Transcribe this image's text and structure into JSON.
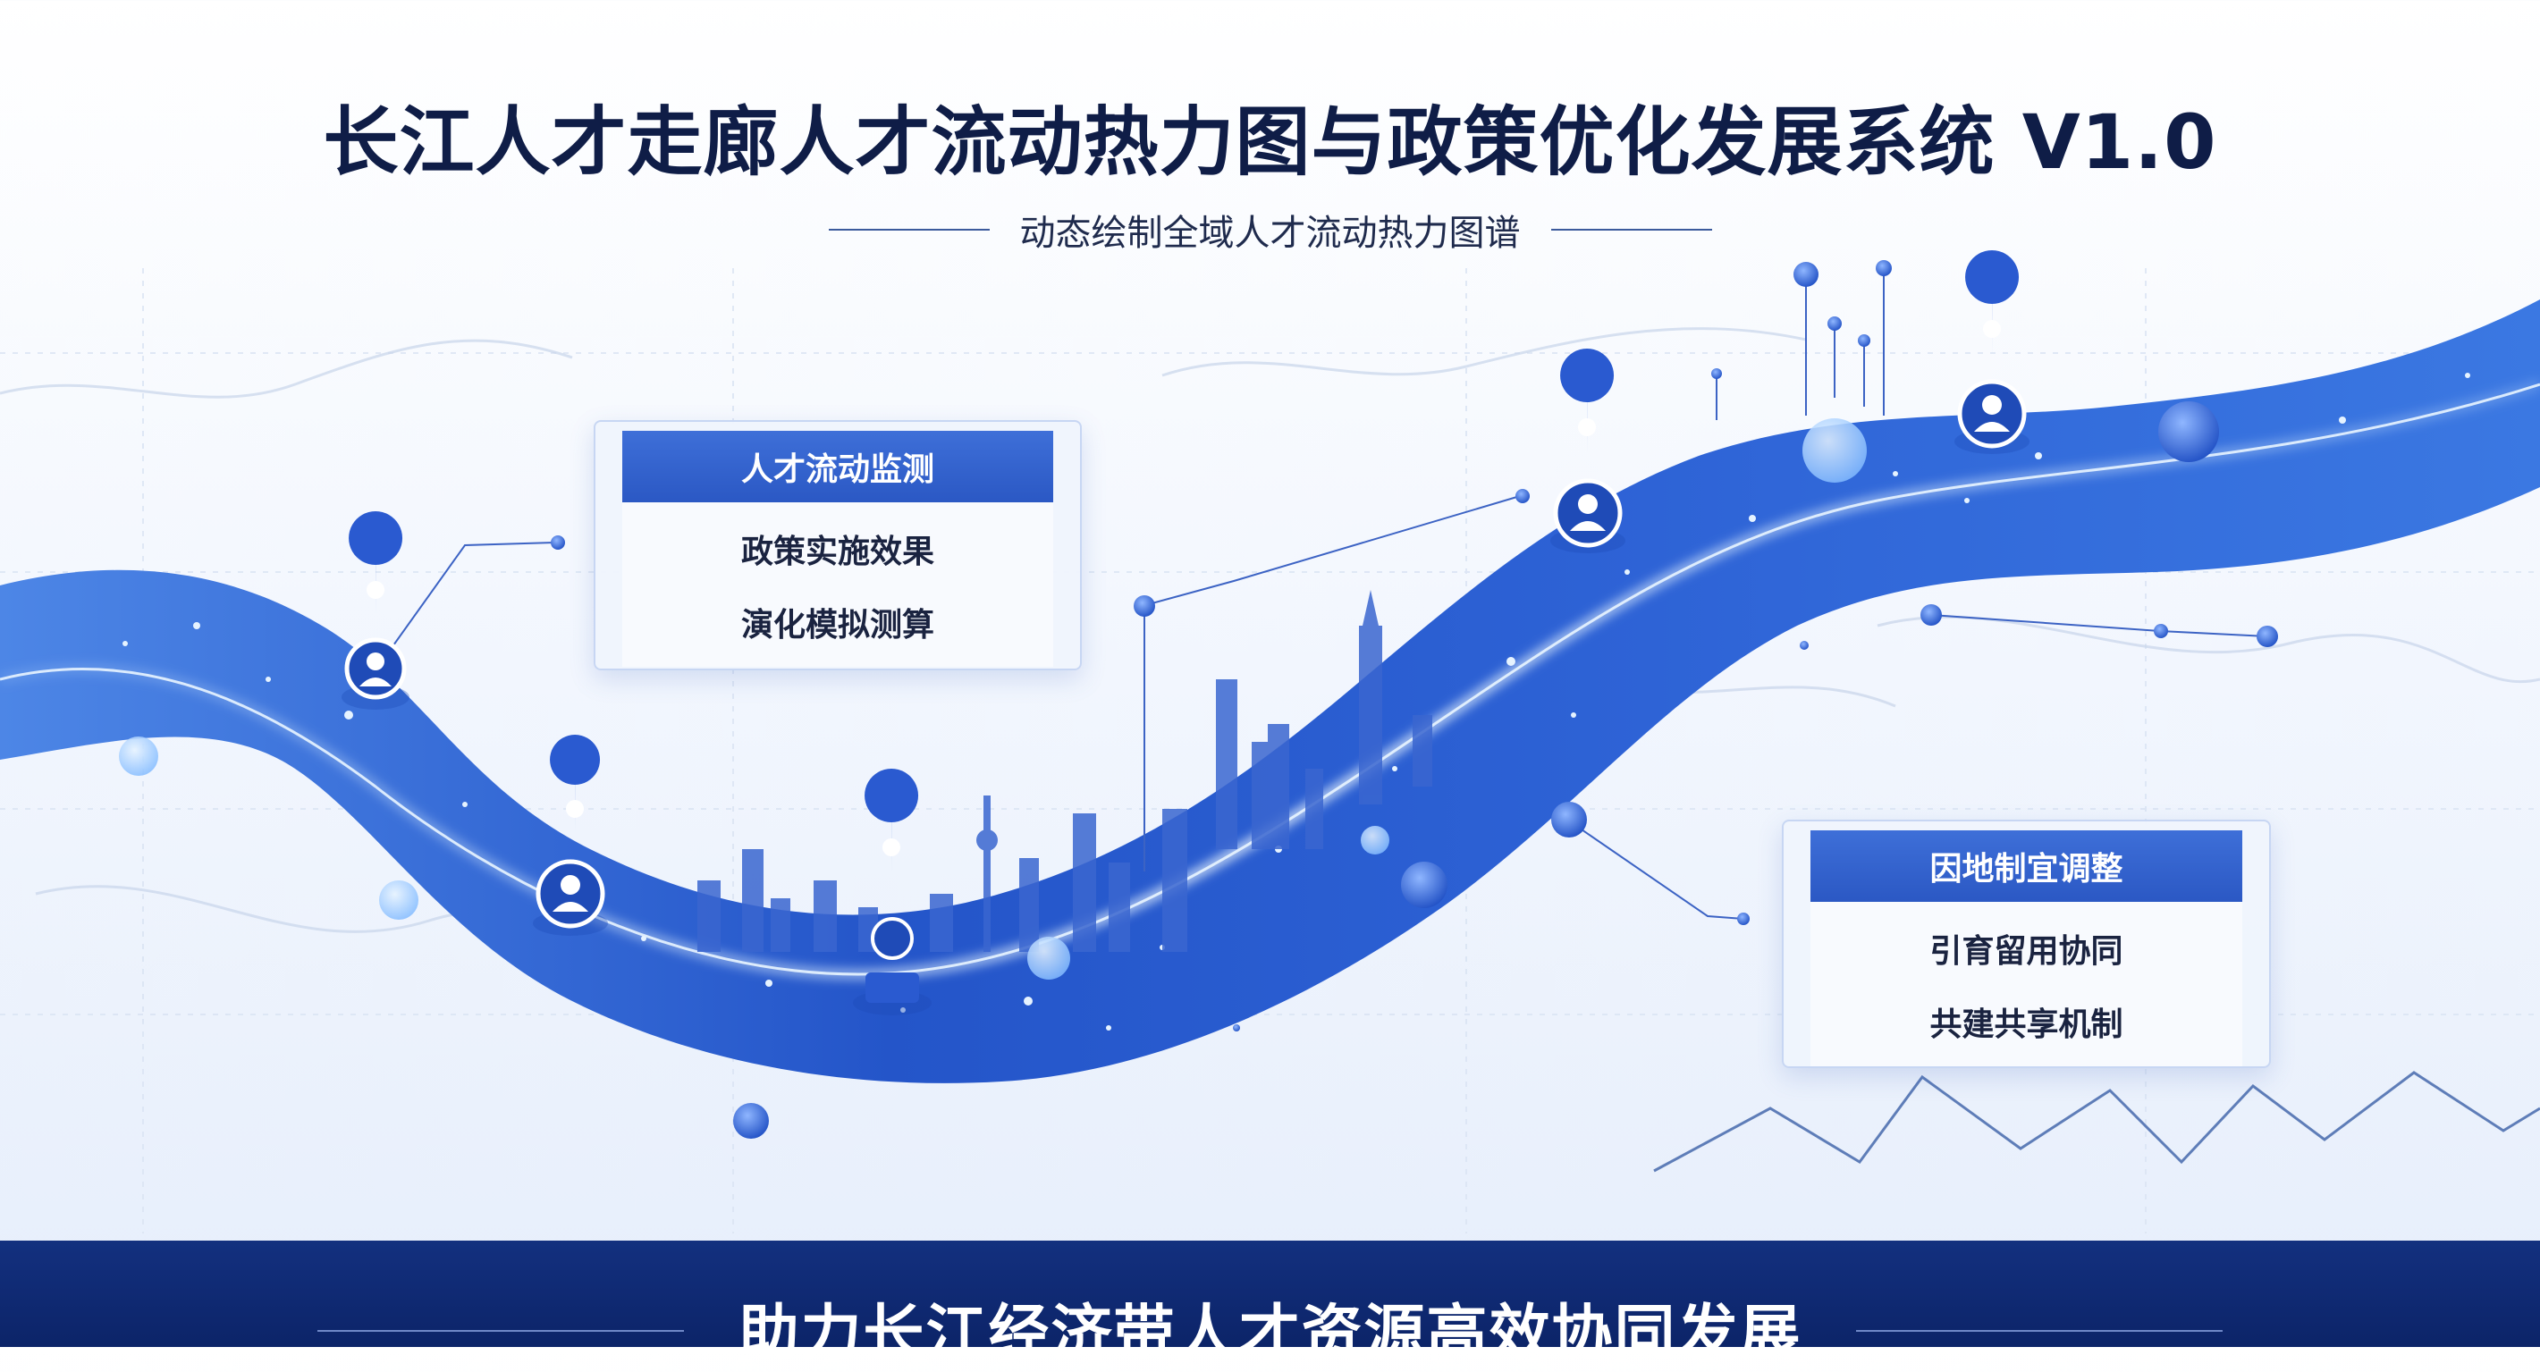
{
  "header": {
    "title": "长江人才走廊人才流动热力图与政策优化发展系统 V1.0",
    "subtitle": "动态绘制全域人才流动热力图谱"
  },
  "panels": {
    "monitor": {
      "title": "人才流动监测",
      "lines": [
        "政策实施效果",
        "演化模拟测算"
      ]
    },
    "adjust": {
      "title": "因地制宜调整",
      "lines": [
        "引育留用协同",
        "共建共享机制"
      ]
    }
  },
  "footer": {
    "banner": "助力长江经济带人才资源高效协同发展"
  },
  "colors": {
    "title": "#0f1d47",
    "river": "#2f63d6",
    "river_light": "#7fb3ff",
    "banner": "#0f2a74",
    "panel_header": "#3468d4"
  },
  "icons": [
    "person-pin-icon",
    "location-pin-icon",
    "city-skyline",
    "network-node-icon"
  ]
}
